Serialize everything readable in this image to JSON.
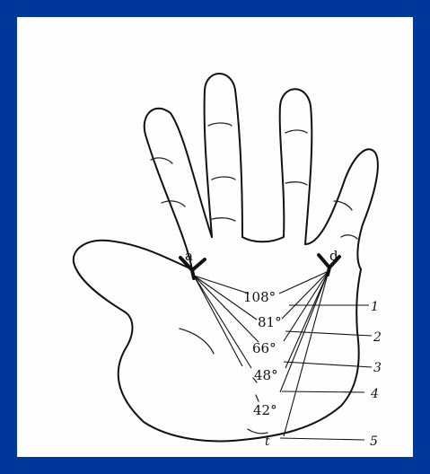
{
  "figure": {
    "triradius_left_label": "a",
    "triradius_right_label": "d",
    "angle_labels": [
      "108°",
      "81°",
      "66°",
      "48°",
      "42°"
    ],
    "bottom_point_label": "t",
    "index_labels": [
      "1",
      "2",
      "3",
      "4",
      "5"
    ],
    "colors": {
      "slide_border": "#00379a",
      "panel": "#ffffff",
      "ink": "#111111"
    }
  }
}
